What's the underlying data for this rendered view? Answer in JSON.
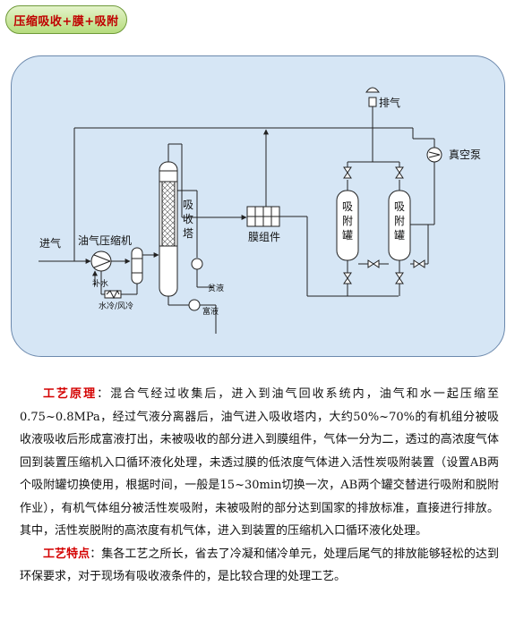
{
  "header": {
    "title": "压缩吸收+膜+吸附"
  },
  "diagram": {
    "labels": {
      "inlet": "进气",
      "compressor": "油气压缩机",
      "makeup_water": "补水",
      "cooling": "水冷/风冷",
      "absorber": "吸收塔",
      "lean_liquid": "贫液",
      "rich_liquid": "富液",
      "membrane": "膜组件",
      "tank": "吸附罐",
      "exhaust": "排气",
      "vacuum_pump": "真空泵"
    }
  },
  "content": {
    "p1_label": "工艺原理",
    "p1_text": "：混合气经过收集后，进入到油气回收系统内，油气和水一起压缩至0.75~0.8MPa，经过气液分离器后，油气进入吸收塔内，大约50%~70%的有机组分被吸收液吸收后形成富液打出，未被吸收的部分进入到膜组件，气体一分为二，透过的高浓度气体回到装置压缩机入口循环液化处理，未透过膜的低浓度气体进入活性炭吸附装置（设置AB两个吸附罐切换使用，根据时间，一般是15~30min切换一次，AB两个罐交替进行吸附和脱附作业），有机气体组分被活性炭吸附，未被吸附的部分达到国家的排放标准，直接进行排放。其中，活性炭脱附的高浓度有机气体，进入到装置的压缩机入口循环液化处理。",
    "p2_label": "工艺特点",
    "p2_text": "：集各工艺之所长，省去了冷凝和储冷单元，处理后尾气的排放能够轻松的达到环保要求，对于现场有吸收液条件的，是比较合理的处理工艺。"
  }
}
